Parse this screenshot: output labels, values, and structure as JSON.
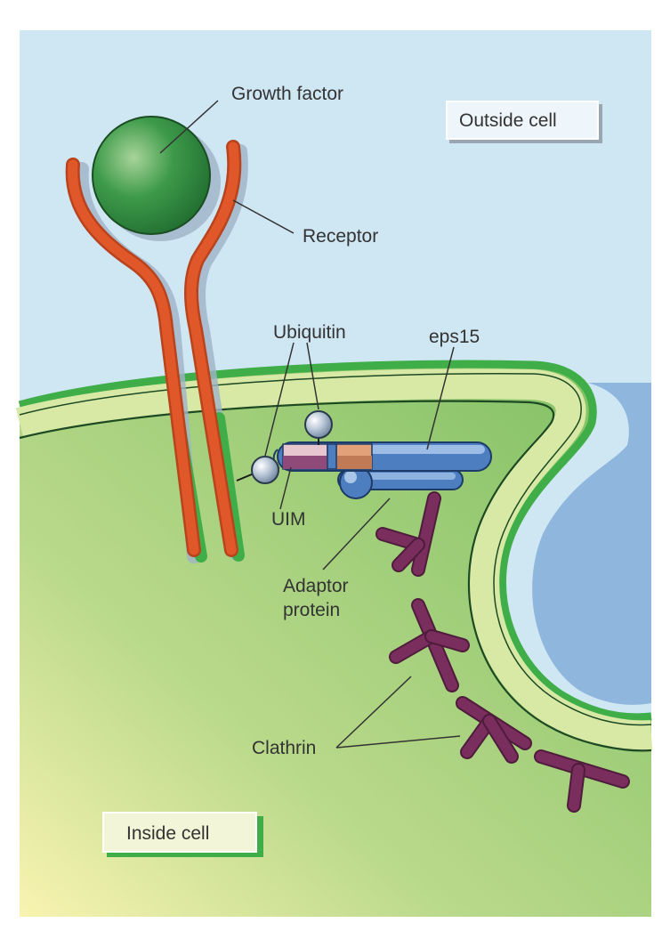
{
  "labels": {
    "growth_factor": "Growth factor",
    "receptor": "Receptor",
    "ubiquitin": "Ubiquitin",
    "eps15": "eps15",
    "uim": "UIM",
    "adaptor_line1": "Adaptor",
    "adaptor_line2": "protein",
    "clathrin": "Clathrin",
    "outside_cell": "Outside cell",
    "inside_cell": "Inside cell"
  },
  "colors": {
    "outside": "#cfe6f3",
    "membrane_green": "#3fae49",
    "membrane_fill": "#d4e6a0",
    "cytoplasm": "#8fc46a",
    "receptor": "#e0582a",
    "growth_factor": "#2e8b3f",
    "clathrin": "#7a2e5e",
    "eps15_blue": "#4d7fc0",
    "ubiquitin": "#9fb3c8"
  }
}
